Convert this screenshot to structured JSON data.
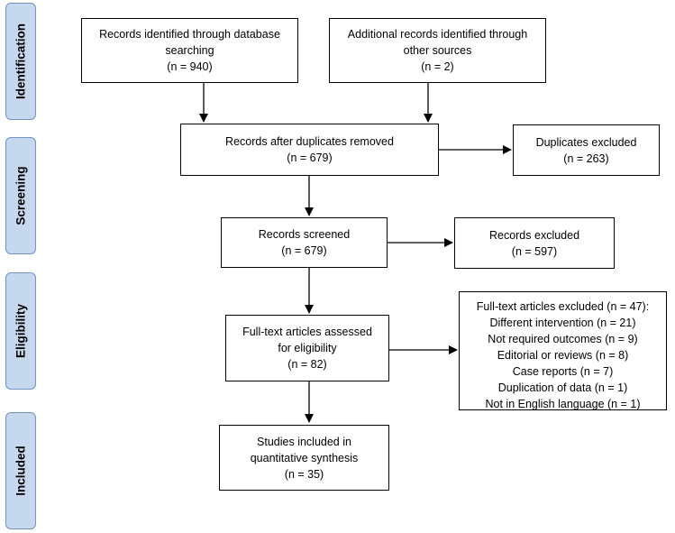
{
  "phases": {
    "identification": "Identification",
    "screening": "Screening",
    "eligibility": "Eligibility",
    "included": "Included"
  },
  "boxes": {
    "db_records": {
      "line1": "Records identified through database",
      "line2": "searching",
      "line3": "(n = 940)"
    },
    "other_records": {
      "line1": "Additional records identified through",
      "line2": "other sources",
      "line3": "(n = 2)"
    },
    "after_dupes": {
      "line1": "Records after duplicates removed",
      "line2": "(n = 679)"
    },
    "dupes_excluded": {
      "line1": "Duplicates excluded",
      "line2": "(n = 263)"
    },
    "screened": {
      "line1": "Records screened",
      "line2": "(n = 679)"
    },
    "records_excluded": {
      "line1": "Records excluded",
      "line2": "(n = 597)"
    },
    "fulltext": {
      "line1": "Full-text articles assessed",
      "line2": "for eligibility",
      "line3": "(n = 82)"
    },
    "fulltext_excluded": {
      "title": "Full-text articles excluded (n = 47):",
      "reasons": [
        "Different intervention (n = 21)",
        "Not required outcomes (n = 9)",
        "Editorial or reviews (n = 8)",
        "Case reports (n = 7)",
        "Duplication of data (n = 1)",
        "Not in English language (n = 1)"
      ]
    },
    "included": {
      "line1": "Studies included in",
      "line2": "quantitative synthesis",
      "line3": "(n = 35)"
    }
  }
}
